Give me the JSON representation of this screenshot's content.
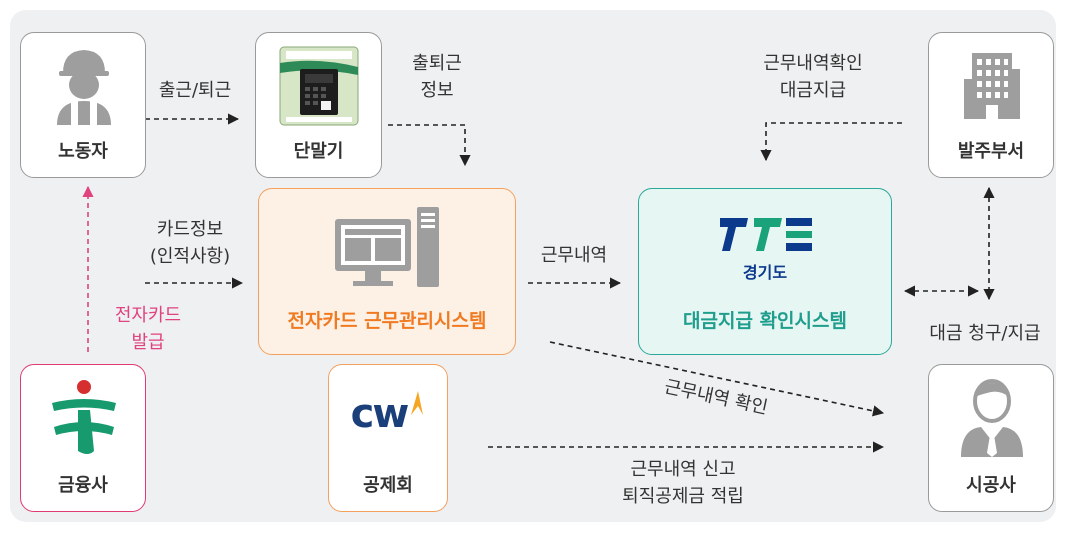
{
  "nodes": {
    "worker": "노동자",
    "terminal": "단말기",
    "ordering_dept": "발주부서",
    "finance": "금융사",
    "mutual_aid": "공제회",
    "contractor": "시공사"
  },
  "systems": {
    "card_system": "전자카드 근무관리시스템",
    "payment_system": "대금지급 확인시스템",
    "gyeonggi_logo_text": "경기도",
    "cw_logo_text": "cw"
  },
  "labels": {
    "commute": "출근/퇴근",
    "commute_info_1": "출퇴근",
    "commute_info_2": "정보",
    "work_confirm_1": "근무내역확인",
    "work_confirm_2": "대금지급",
    "card_info_1": "카드정보",
    "card_info_2": "(인적사항)",
    "work_history": "근무내역",
    "card_issue_1": "전자카드",
    "card_issue_2": "발급",
    "claim_payment": "대금 청구/지급",
    "work_check": "근무내역 확인",
    "report_1": "근무내역 신고",
    "report_2": "퇴직공제금 적립"
  },
  "colors": {
    "accent_pink": "#e0437d",
    "accent_orange": "#f07a22",
    "accent_teal": "#1f9e8d",
    "gyeonggi_navy": "#0b3a8c",
    "gyeonggi_green": "#1aa37a"
  }
}
